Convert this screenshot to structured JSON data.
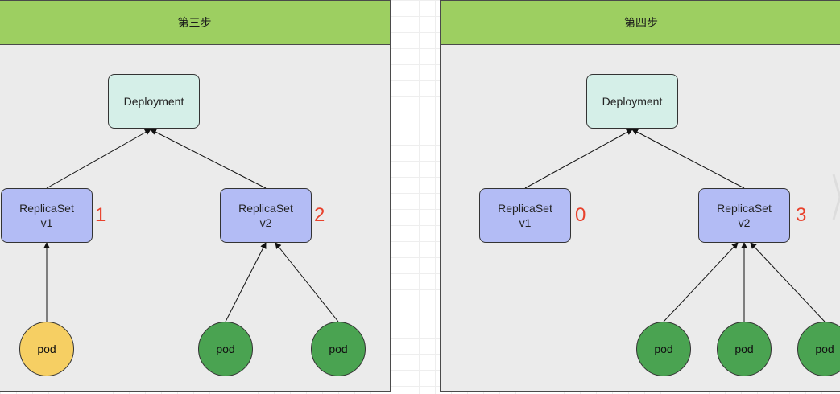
{
  "steps": [
    {
      "title": "第三步",
      "deployment": "Deployment",
      "rs1": {
        "name": "ReplicaSet",
        "version": "v1",
        "count": "1"
      },
      "rs2": {
        "name": "ReplicaSet",
        "version": "v2",
        "count": "2"
      },
      "pods": [
        "pod",
        "pod",
        "pod"
      ]
    },
    {
      "title": "第四步",
      "deployment": "Deployment",
      "rs1": {
        "name": "ReplicaSet",
        "version": "v1",
        "count": "0"
      },
      "rs2": {
        "name": "ReplicaSet",
        "version": "v2",
        "count": "3"
      },
      "pods": [
        "pod",
        "pod",
        "pod"
      ]
    }
  ],
  "colors": {
    "header": "#9dcf61",
    "deployment": "#d5efe8",
    "replicaset": "#b3bcf5",
    "pod_old": "#f6cf63",
    "pod_new": "#4aa351",
    "count": "#e8412c"
  }
}
